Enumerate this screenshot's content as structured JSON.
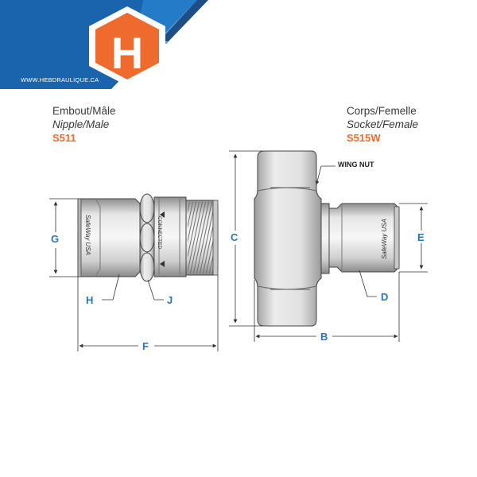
{
  "brand": {
    "url": "WWW.HEBDRAULIQUE.CA",
    "logo_letter": "H",
    "colors": {
      "primary_blue": "#1a63ad",
      "accent_blue": "#2a86d1",
      "orange": "#ef6a2d"
    }
  },
  "nipple": {
    "name_fr": "Embout/Mâle",
    "name_en": "Nipple/Male",
    "part_code": "S511",
    "body_text": "SafeWay USA",
    "collar_text": "CONNECTED"
  },
  "socket": {
    "name_fr": "Corps/Femelle",
    "name_en": "Socket/Female",
    "part_code": "S515W",
    "body_text": "SafeWay USA",
    "callout": "WING NUT"
  },
  "dimensions": {
    "b": "B",
    "c": "C",
    "d": "D",
    "e": "E",
    "f": "F",
    "g": "G",
    "h": "H",
    "j": "J"
  }
}
